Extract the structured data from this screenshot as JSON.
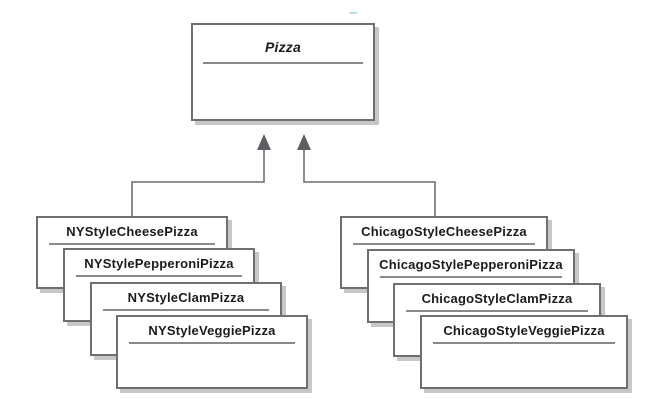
{
  "diagram": {
    "type": "uml-class-diagram",
    "parent_class": {
      "name": "Pizza",
      "abstract": true
    },
    "left_stack": [
      {
        "name": "NYStyleCheesePizza"
      },
      {
        "name": "NYStylePepperoniPizza"
      },
      {
        "name": "NYStyleClamPizza"
      },
      {
        "name": "NYStyleVeggiePizza"
      }
    ],
    "right_stack": [
      {
        "name": "ChicagoStyleCheesePizza"
      },
      {
        "name": "ChicagoStylePepperoniPizza"
      },
      {
        "name": "ChicagoStyleClamPizza"
      },
      {
        "name": "ChicagoStyleVeggiePizza"
      }
    ],
    "relationship": "inheritance",
    "colors": {
      "background": "#ffffff",
      "box_border": "#6e6e73",
      "box_shadow": "#c7c7ca",
      "connector_line": "#7f7f84",
      "arrowhead_fill": "#5d5d62",
      "separator_line": "#8a8a8e",
      "text": "#1b1b1d",
      "scan_artifact": "#a5d8e4"
    }
  }
}
